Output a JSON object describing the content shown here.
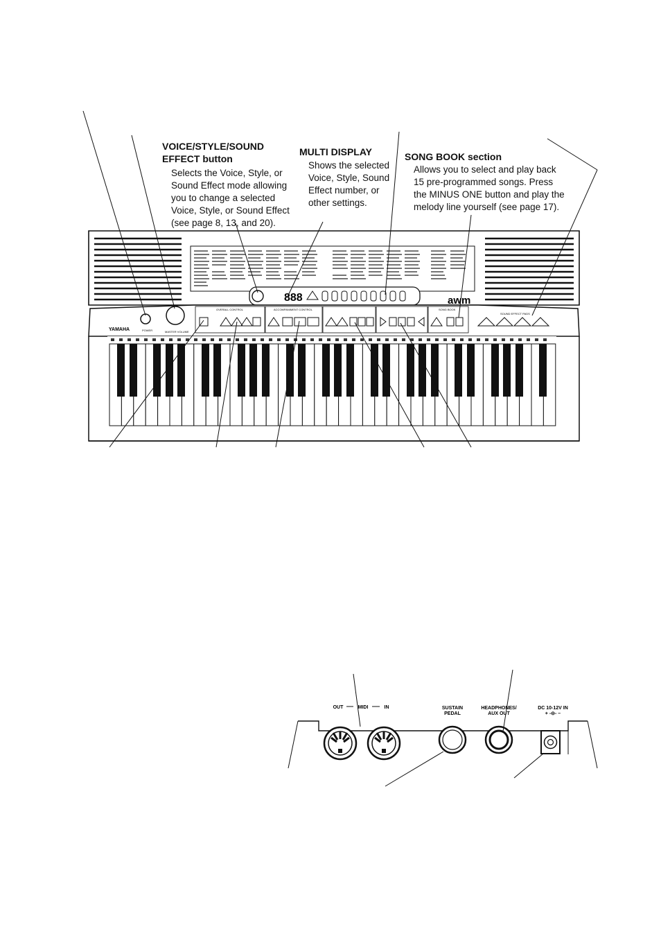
{
  "callouts": {
    "voice_style": {
      "title": "VOICE/STYLE/SOUND EFFECT button",
      "body": "Selects the Voice, Style, or Sound Effect mode allowing you to change a selected Voice, Style, or Sound Effect (see page 8, 13, and 20)."
    },
    "multi_display": {
      "title": "MULTI DISPLAY",
      "body": "Shows the selected Voice, Style, Sound Effect number, or other settings."
    },
    "song_book": {
      "title": "SONG BOOK section",
      "body": "Allows you to select and play back 15 pre-programmed songs. Press the MINUS ONE button and play the melody line yourself (see page 17)."
    }
  },
  "keyboard": {
    "brand": "YAMAHA",
    "display_digits": "888",
    "panel_labels": {
      "overall": "OVERALL CONTROL",
      "accompaniment": "ACCOMPANIMENT CONTROL",
      "song_book": "SONG BOOK",
      "sound_effect": "SOUND EFFECT PADS",
      "master_volume": "MASTER VOLUME",
      "power": "POWER"
    },
    "logo": "awm"
  },
  "rear_panel": {
    "midi_out": "OUT",
    "midi": "MIDI",
    "midi_in": "IN",
    "sustain": "SUSTAIN",
    "pedal": "PEDAL",
    "headphones": "HEADPHONES/",
    "aux_out": "AUX OUT",
    "dc_in": "DC 10-12V IN",
    "polarity": "+ -⊖- –"
  }
}
